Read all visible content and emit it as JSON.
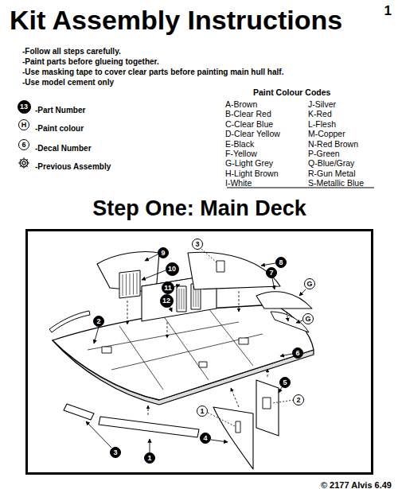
{
  "diagram": {
    "title": "Kit Assembly Instructions",
    "nodes": [
      {
        "text": [
          "13"
        ]
      },
      {
        "text": [
          "H"
        ]
      },
      {
        "text": [
          "6"
        ]
      },
      {
        "text": [
          "Step One: Main Deck"
        ]
      },
      {
        "text": [
          "3"
        ],
        "in": 3
      },
      {
        "text": [
          "9"
        ],
        "in": 3
      },
      {
        "text": [
          "8"
        ],
        "in": 3
      },
      {
        "text": [
          "10"
        ],
        "in": 3
      },
      {
        "text": [
          "7"
        ],
        "in": 3
      },
      {
        "text": [
          "11"
        ],
        "in": 3
      },
      {
        "text": [
          "G"
        ],
        "in": 3
      },
      {
        "text": [
          "12"
        ],
        "in": 3
      },
      {
        "text": [
          "2"
        ],
        "in": 3
      },
      {
        "text": [
          "G"
        ],
        "in": 3
      },
      {
        "text": [
          "6"
        ],
        "in": 3
      },
      {
        "text": [
          "5"
        ],
        "in": 3
      },
      {
        "text": [
          "1"
        ],
        "in": 3
      },
      {
        "text": [
          "2"
        ],
        "in": 3
      },
      {
        "text": [
          "4"
        ],
        "in": 3
      },
      {
        "text": [
          "3"
        ],
        "in": 3
      },
      {
        "text": [
          "1"
        ],
        "in": 3
      }
    ],
    "labels": [
      "1",
      "-Follow all steps carefully.",
      "-Paint parts before glueing together.",
      "-Use masking tape to cover clear parts before painting main hull half.",
      "-Use model cement only",
      "-Part Number",
      "-Paint colour",
      "-Decal Number",
      "-Previous Assembly",
      "Paint Colour Codes",
      "A-Brown",
      "B-Clear Red",
      "C-Clear Blue",
      "D-Clear Yellow",
      "E-Black",
      "F-Yellow",
      "G-Light Grey",
      "H-Light Brown",
      "I-White",
      "J-Silver",
      "K-Red",
      "L-Flesh",
      "M-Copper",
      "N-Red Brown",
      "P-Green",
      "Q-Blue/Gray",
      "R-Gun Metal",
      "S-Metallic Blue",
      "© 2177 Alvis 6.49"
    ]
  }
}
